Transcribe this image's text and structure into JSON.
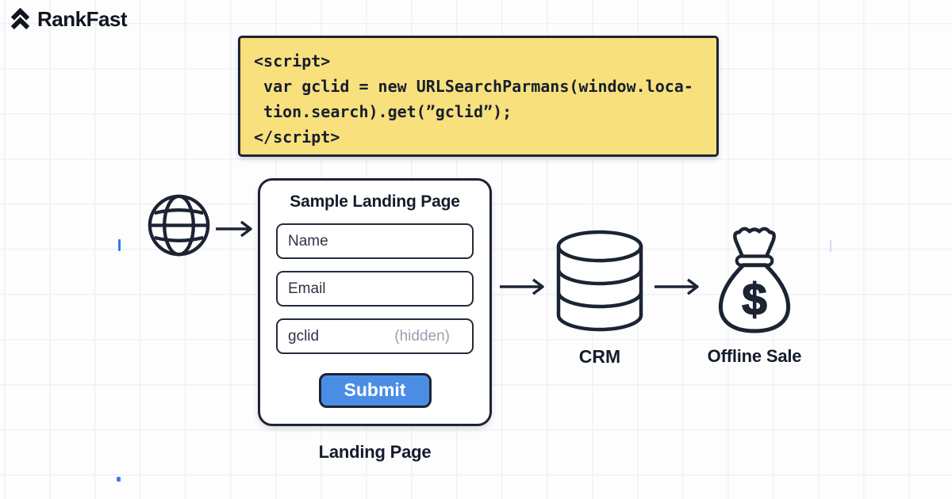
{
  "brand": {
    "name": "RankFast"
  },
  "code_block": {
    "lines": [
      "<script>",
      " var gclid = new URLSearchParmans(window.loca-",
      " tion.search).get(”gclid”);",
      "</script>"
    ],
    "bg_color": "#f8e07d",
    "border_color": "#1c2433"
  },
  "landing_page": {
    "title": "Sample Landing Page",
    "fields": [
      {
        "label": "Name",
        "note": ""
      },
      {
        "label": "Email",
        "note": ""
      },
      {
        "label": "gclid",
        "note": "(hidden)"
      }
    ],
    "submit_label": "Submit",
    "caption": "Landing Page"
  },
  "crm": {
    "label": "CRM"
  },
  "offline_sale": {
    "label": "Offline Sale"
  },
  "colors": {
    "ink": "#1c2433",
    "code_yellow": "#f8e07d",
    "submit_blue": "#4b8de4",
    "muted_gray": "#98a1ad",
    "cursor_blue": "#2f7cf0"
  }
}
